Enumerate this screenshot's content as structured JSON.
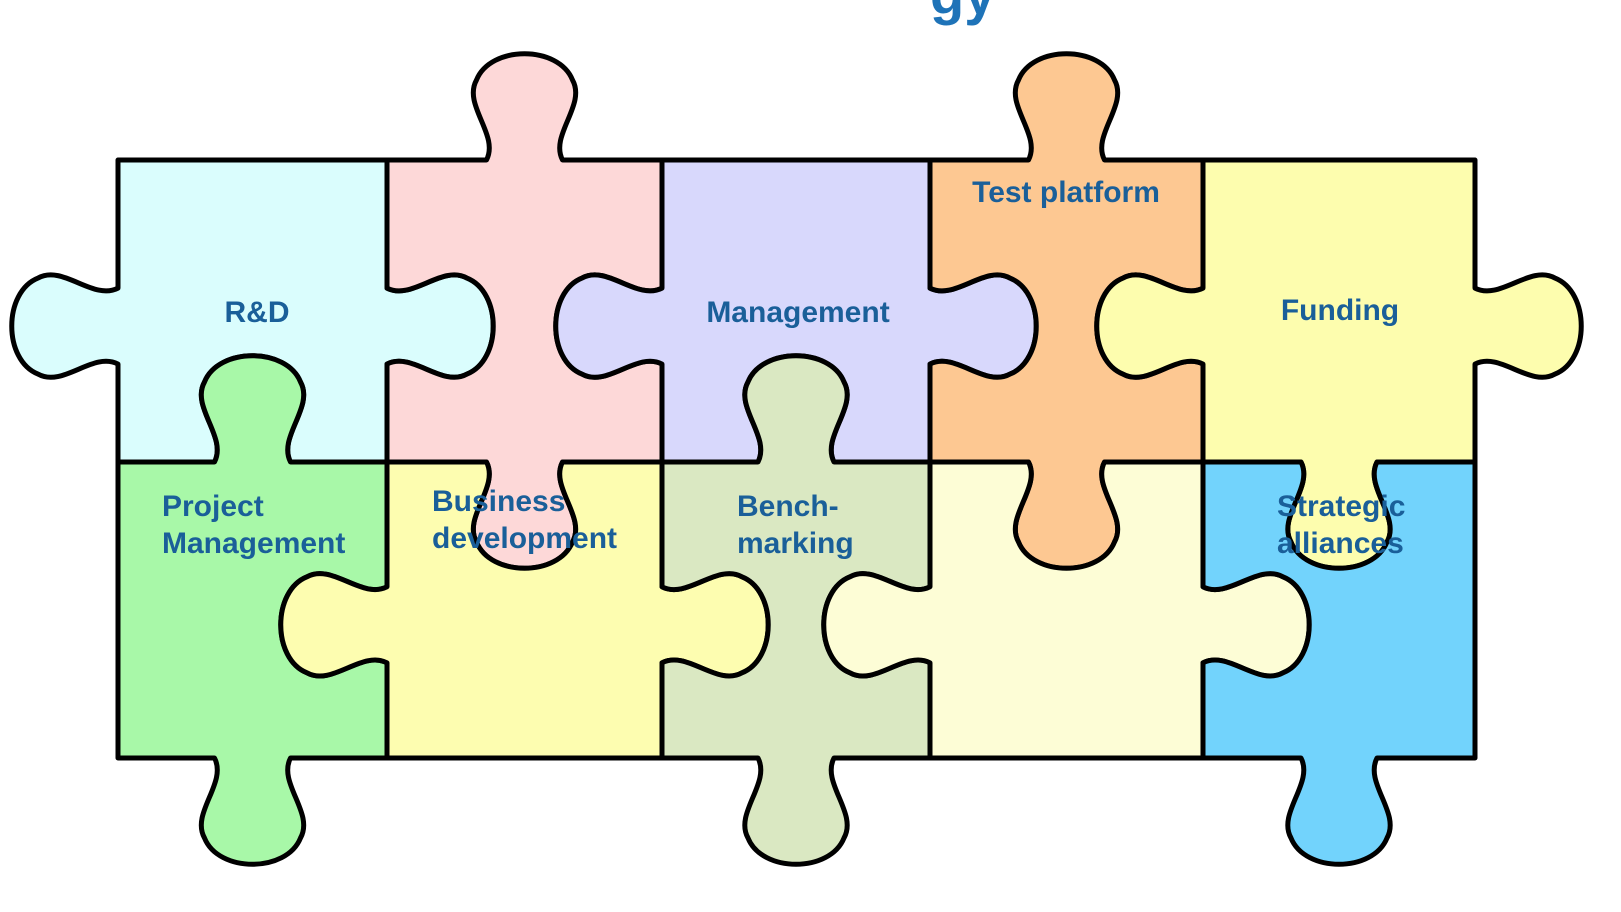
{
  "title_fragment": "gy",
  "pieces": [
    {
      "id": "rnd",
      "lines": [
        "R&D"
      ],
      "color": "#dafdfd"
    },
    {
      "id": "pink",
      "lines": [],
      "color": "#fdd8d8"
    },
    {
      "id": "management",
      "lines": [
        "Management"
      ],
      "color": "#d8d8fc"
    },
    {
      "id": "test-platform",
      "lines": [
        "Test platform"
      ],
      "color": "#fdc892"
    },
    {
      "id": "funding",
      "lines": [
        "Funding"
      ],
      "color": "#fdfdae"
    },
    {
      "id": "project-management",
      "lines": [
        "Project",
        "Management"
      ],
      "color": "#a8f8a8"
    },
    {
      "id": "business-development",
      "lines": [
        "Business",
        "development"
      ],
      "color": "#fdfdb0"
    },
    {
      "id": "benchmarking",
      "lines": [
        "Bench-",
        "marking"
      ],
      "color": "#dae8c2"
    },
    {
      "id": "blank",
      "lines": [],
      "color": "#fdfdd6"
    },
    {
      "id": "strategic-alliances",
      "lines": [
        "Strategic",
        "alliances"
      ],
      "color": "#72d3fc"
    }
  ]
}
